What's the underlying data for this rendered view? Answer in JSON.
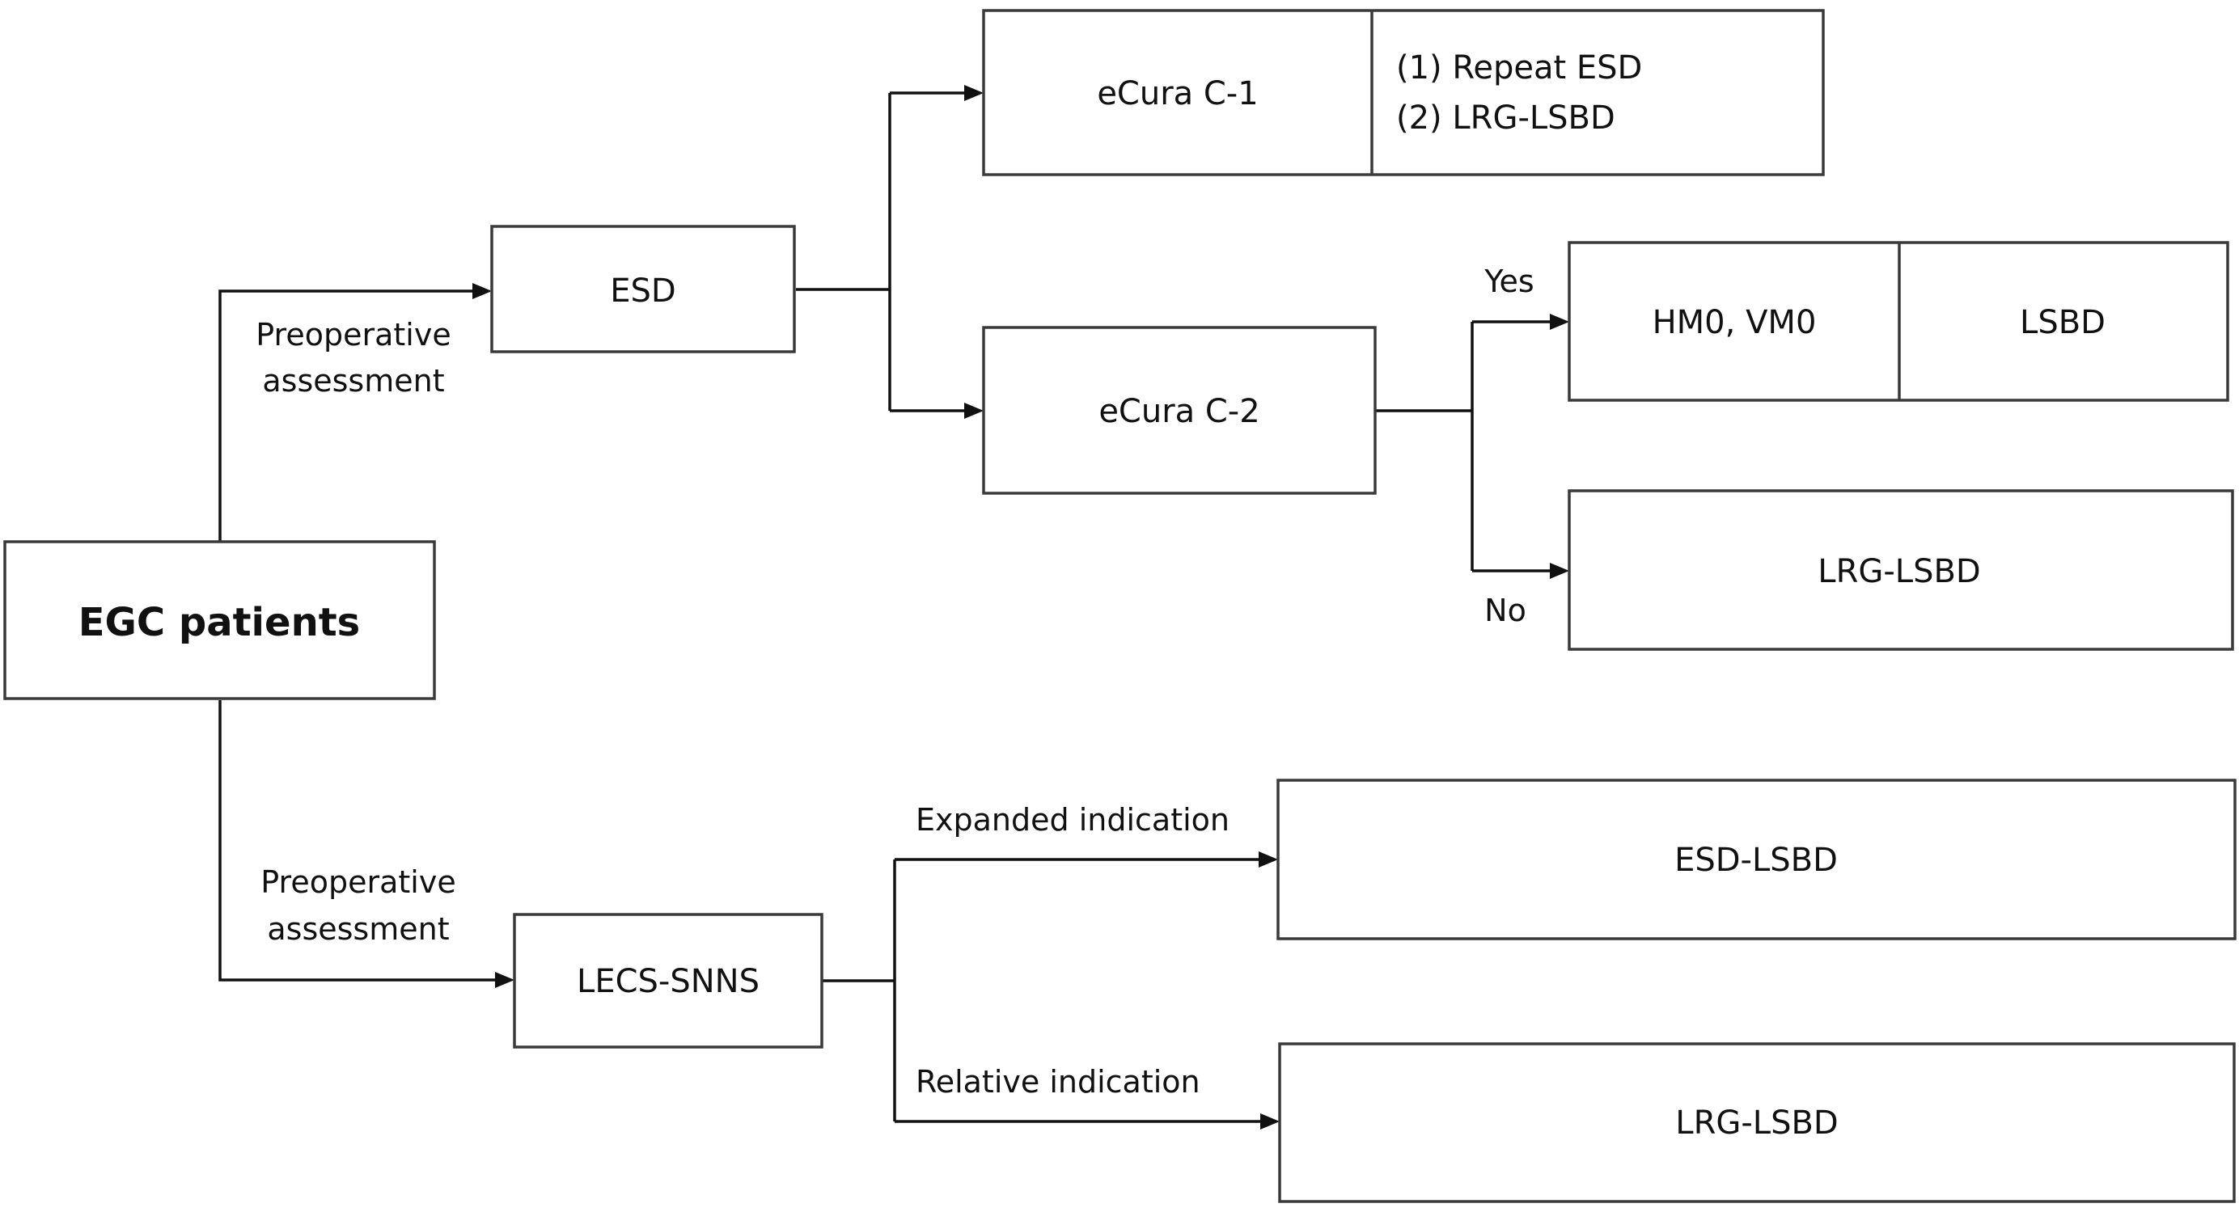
{
  "nodes": {
    "egc_patients": "EGC patients",
    "esd": "ESD",
    "ecura_c1": "eCura C-1",
    "ecura_c1_options": [
      "(1) Repeat ESD",
      "(2) LRG-LSBD"
    ],
    "ecura_c2": "eCura C-2",
    "hm0_vm0": "HM0, VM0",
    "lsbd": "LSBD",
    "lrg_lsbd_no": "LRG-LSBD",
    "lecs_snns": "LECS-SNNS",
    "esd_lsbd": "ESD-LSBD",
    "lrg_lsbd_relative": "LRG-LSBD"
  },
  "edges": {
    "preop_upper": [
      "Preoperative",
      "assessment"
    ],
    "preop_lower": [
      "Preoperative",
      "assessment"
    ],
    "yes": "Yes",
    "no": "No",
    "expanded": "Expanded indication",
    "relative": "Relative indication"
  },
  "colors": {
    "line": "#111111",
    "box_border": "#3a3a3a",
    "background": "#ffffff"
  }
}
